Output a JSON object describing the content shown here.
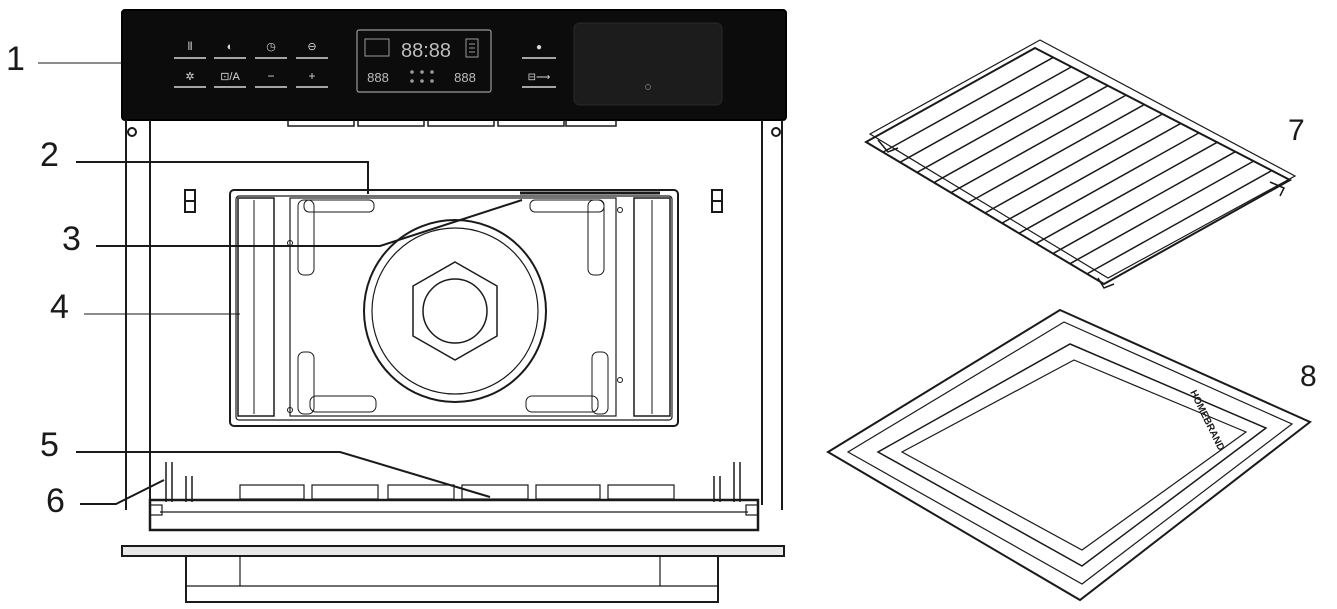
{
  "callouts": [
    {
      "label": "1",
      "part": "control-panel"
    },
    {
      "label": "2",
      "part": "cavity-top"
    },
    {
      "label": "3",
      "part": "grill-element"
    },
    {
      "label": "4",
      "part": "side-wall"
    },
    {
      "label": "5",
      "part": "door-seal"
    },
    {
      "label": "6",
      "part": "door-hinge"
    },
    {
      "label": "7",
      "part": "wire-rack"
    },
    {
      "label": "8",
      "part": "baking-tray"
    }
  ],
  "panel": {
    "button_glyphs_top": [
      "⫴",
      "◐",
      "◷",
      "⊖"
    ],
    "button_glyphs_bottom": [
      "✲",
      "⊡/A",
      "−",
      "+"
    ],
    "display_main": "88:88",
    "display_left": "888",
    "display_right": "888",
    "right_glyph_top": "●",
    "right_glyph_bottom": "⊟⟶"
  },
  "tray_brand": "HOMEBRAND",
  "colors": {
    "line": "#1a1a1a",
    "panel": "#0c0c0c",
    "panel_glyph": "#d8d8d8",
    "display_frame": "#9a9a9a"
  }
}
